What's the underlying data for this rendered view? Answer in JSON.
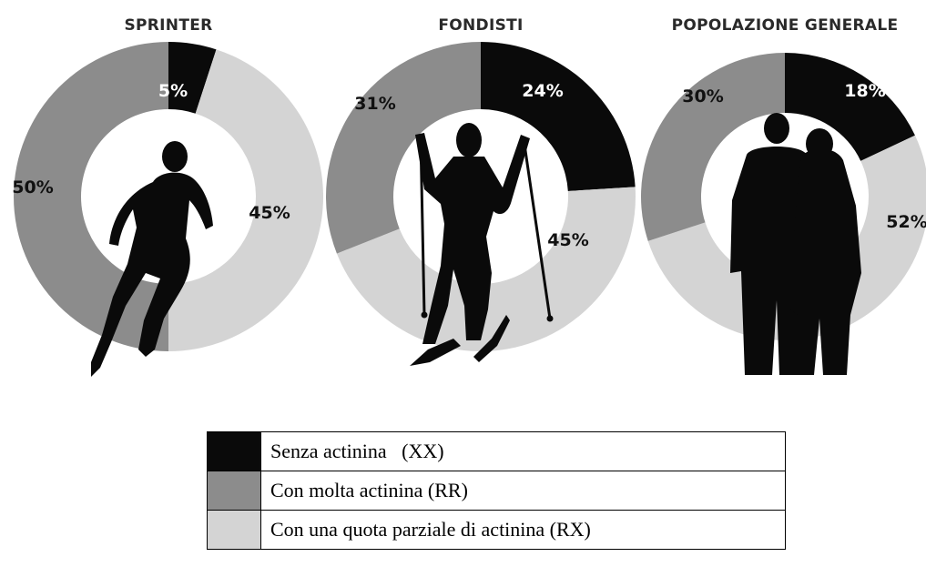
{
  "colors": {
    "senza": "#0a0a0a",
    "molta": "#8c8c8c",
    "parziale": "#d4d4d4"
  },
  "chart_data": [
    {
      "type": "pie",
      "style": "donut",
      "title": "SPRINTER",
      "silhouette": "sprinter-icon",
      "categories": [
        "Senza actinina (XX)",
        "Con una quota parziale di actinina (RX)",
        "Con molta actinina (RR)"
      ],
      "values": [
        5,
        45,
        50
      ],
      "labels": [
        "5%",
        "45%",
        "50%"
      ]
    },
    {
      "type": "pie",
      "style": "donut",
      "title": "FONDISTI",
      "silhouette": "skier-icon",
      "categories": [
        "Senza actinina (XX)",
        "Con una quota parziale di actinina (RX)",
        "Con molta actinina (RR)"
      ],
      "values": [
        24,
        45,
        31
      ],
      "labels": [
        "24%",
        "45%",
        "31%"
      ]
    },
    {
      "type": "pie",
      "style": "donut",
      "title": "POPOLAZIONE GENERALE",
      "silhouette": "couple-icon",
      "categories": [
        "Senza actinina (XX)",
        "Con una quota parziale di actinina (RX)",
        "Con molta actinina (RR)"
      ],
      "values": [
        18,
        52,
        30
      ],
      "labels": [
        "18%",
        "52%",
        "30%"
      ]
    }
  ],
  "legend": [
    {
      "key": "senza",
      "label": "Senza actinina   (XX)"
    },
    {
      "key": "molta",
      "label": "Con molta actinina (RR)"
    },
    {
      "key": "parziale",
      "label": "Con una quota parziale di actinina (RX)"
    }
  ]
}
